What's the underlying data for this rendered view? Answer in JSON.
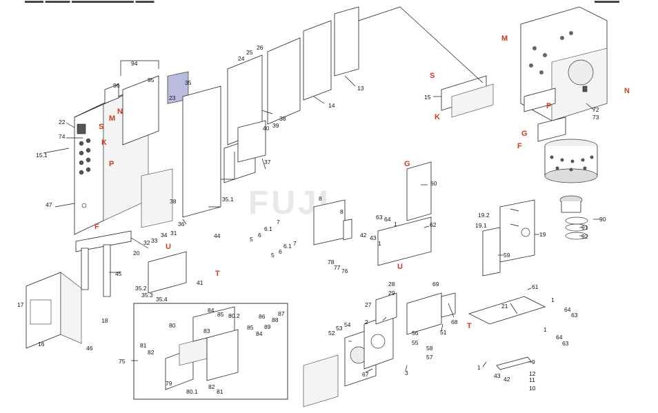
{
  "header": {
    "left_text": "▬▬▬ ▬▬▬▬ ▬▬▬▬▬▬▬▬▬▬ ▬▬▬",
    "right_text": "▬▬▬▬"
  },
  "watermark": "FUJI",
  "callouts": [
    {
      "id": "94",
      "label": "94"
    },
    {
      "id": "95",
      "label": "95"
    },
    {
      "id": "96",
      "label": "96"
    },
    {
      "id": "23",
      "label": "23"
    },
    {
      "id": "35",
      "label": "35"
    },
    {
      "id": "22",
      "label": "22"
    },
    {
      "id": "74",
      "label": "74"
    },
    {
      "id": "15.1",
      "label": "15.1"
    },
    {
      "id": "47",
      "label": "47"
    },
    {
      "id": "17",
      "label": "17"
    },
    {
      "id": "16",
      "label": "16"
    },
    {
      "id": "18",
      "label": "18"
    },
    {
      "id": "46",
      "label": "46"
    },
    {
      "id": "45",
      "label": "45"
    },
    {
      "id": "20",
      "label": "20"
    },
    {
      "id": "38",
      "label": "38"
    },
    {
      "id": "36",
      "label": "36"
    },
    {
      "id": "32",
      "label": "32"
    },
    {
      "id": "33",
      "label": "33"
    },
    {
      "id": "34",
      "label": "34"
    },
    {
      "id": "31",
      "label": "31"
    },
    {
      "id": "35.1",
      "label": "35.1"
    },
    {
      "id": "44",
      "label": "44"
    },
    {
      "id": "41",
      "label": "41"
    },
    {
      "id": "35.2",
      "label": "35.2"
    },
    {
      "id": "35.3",
      "label": "35.3"
    },
    {
      "id": "35.4",
      "label": "35.4"
    },
    {
      "id": "24",
      "label": "24"
    },
    {
      "id": "25",
      "label": "25"
    },
    {
      "id": "26",
      "label": "26"
    },
    {
      "id": "14",
      "label": "14"
    },
    {
      "id": "13",
      "label": "13"
    },
    {
      "id": "40",
      "label": "40"
    },
    {
      "id": "39",
      "label": "39"
    },
    {
      "id": "38b",
      "label": "38"
    },
    {
      "id": "37",
      "label": "37"
    },
    {
      "id": "15",
      "label": "15"
    },
    {
      "id": "72",
      "label": "72"
    },
    {
      "id": "73",
      "label": "73"
    },
    {
      "id": "60",
      "label": "60"
    },
    {
      "id": "62",
      "label": "62"
    },
    {
      "id": "8a",
      "label": "8"
    },
    {
      "id": "8b",
      "label": "8"
    },
    {
      "id": "7a",
      "label": "7"
    },
    {
      "id": "6.1a",
      "label": "6.1"
    },
    {
      "id": "6a",
      "label": "6"
    },
    {
      "id": "5a",
      "label": "5"
    },
    {
      "id": "7b",
      "label": "7"
    },
    {
      "id": "6.1b",
      "label": "6.1"
    },
    {
      "id": "6b",
      "label": "6"
    },
    {
      "id": "5b",
      "label": "5"
    },
    {
      "id": "63",
      "label": "63"
    },
    {
      "id": "64",
      "label": "64"
    },
    {
      "id": "1a",
      "label": "1"
    },
    {
      "id": "42a",
      "label": "42"
    },
    {
      "id": "43a",
      "label": "43"
    },
    {
      "id": "1b",
      "label": "1"
    },
    {
      "id": "78",
      "label": "78"
    },
    {
      "id": "77",
      "label": "77"
    },
    {
      "id": "76",
      "label": "76"
    },
    {
      "id": "90",
      "label": "90"
    },
    {
      "id": "91",
      "label": "91"
    },
    {
      "id": "92",
      "label": "92"
    },
    {
      "id": "19.2",
      "label": "19.2"
    },
    {
      "id": "19.1",
      "label": "19.1"
    },
    {
      "id": "19",
      "label": "19"
    },
    {
      "id": "59",
      "label": "59"
    },
    {
      "id": "61",
      "label": "61"
    },
    {
      "id": "21",
      "label": "21"
    },
    {
      "id": "1c",
      "label": "1"
    },
    {
      "id": "64b",
      "label": "64"
    },
    {
      "id": "63b",
      "label": "63"
    },
    {
      "id": "1d",
      "label": "1"
    },
    {
      "id": "64c",
      "label": "64"
    },
    {
      "id": "63c",
      "label": "63"
    },
    {
      "id": "9",
      "label": "9"
    },
    {
      "id": "1e",
      "label": "1"
    },
    {
      "id": "43b",
      "label": "43"
    },
    {
      "id": "42b",
      "label": "42"
    },
    {
      "id": "12",
      "label": "12"
    },
    {
      "id": "11",
      "label": "11"
    },
    {
      "id": "10",
      "label": "10"
    },
    {
      "id": "69",
      "label": "69"
    },
    {
      "id": "68",
      "label": "68"
    },
    {
      "id": "51",
      "label": "51"
    },
    {
      "id": "28",
      "label": "28"
    },
    {
      "id": "29",
      "label": "29"
    },
    {
      "id": "27",
      "label": "27"
    },
    {
      "id": "2",
      "label": "2"
    },
    {
      "id": "56",
      "label": "56"
    },
    {
      "id": "55",
      "label": "55"
    },
    {
      "id": "58",
      "label": "58"
    },
    {
      "id": "57",
      "label": "57"
    },
    {
      "id": "53",
      "label": "53"
    },
    {
      "id": "54",
      "label": "54"
    },
    {
      "id": "52",
      "label": "52"
    },
    {
      "id": "67",
      "label": "67"
    },
    {
      "id": "3",
      "label": "3"
    },
    {
      "id": "75",
      "label": "75"
    },
    {
      "id": "80",
      "label": "80"
    },
    {
      "id": "84a",
      "label": "84"
    },
    {
      "id": "85a",
      "label": "85"
    },
    {
      "id": "80.2",
      "label": "80.2"
    },
    {
      "id": "86",
      "label": "86"
    },
    {
      "id": "87",
      "label": "87"
    },
    {
      "id": "88",
      "label": "88"
    },
    {
      "id": "89",
      "label": "89"
    },
    {
      "id": "85b",
      "label": "85"
    },
    {
      "id": "84b",
      "label": "84"
    },
    {
      "id": "83",
      "label": "83"
    },
    {
      "id": "81a",
      "label": "81"
    },
    {
      "id": "82a",
      "label": "82"
    },
    {
      "id": "79",
      "label": "79"
    },
    {
      "id": "80.1",
      "label": "80.1"
    },
    {
      "id": "82b",
      "label": "82"
    },
    {
      "id": "81b",
      "label": "81"
    }
  ],
  "letters": [
    {
      "id": "M1",
      "label": "M"
    },
    {
      "id": "N1",
      "label": "N"
    },
    {
      "id": "S1",
      "label": "S"
    },
    {
      "id": "K1",
      "label": "K"
    },
    {
      "id": "P1",
      "label": "P"
    },
    {
      "id": "F1",
      "label": "F"
    },
    {
      "id": "U1",
      "label": "U"
    },
    {
      "id": "T1",
      "label": "T"
    },
    {
      "id": "G1",
      "label": "G"
    },
    {
      "id": "U2",
      "label": "U"
    },
    {
      "id": "T2",
      "label": "T"
    },
    {
      "id": "S2",
      "label": "S"
    },
    {
      "id": "K2",
      "label": "K"
    },
    {
      "id": "M2",
      "label": "M"
    },
    {
      "id": "N2",
      "label": "N"
    },
    {
      "id": "P2",
      "label": "P"
    },
    {
      "id": "G2",
      "label": "G"
    },
    {
      "id": "F2",
      "label": "F"
    }
  ]
}
